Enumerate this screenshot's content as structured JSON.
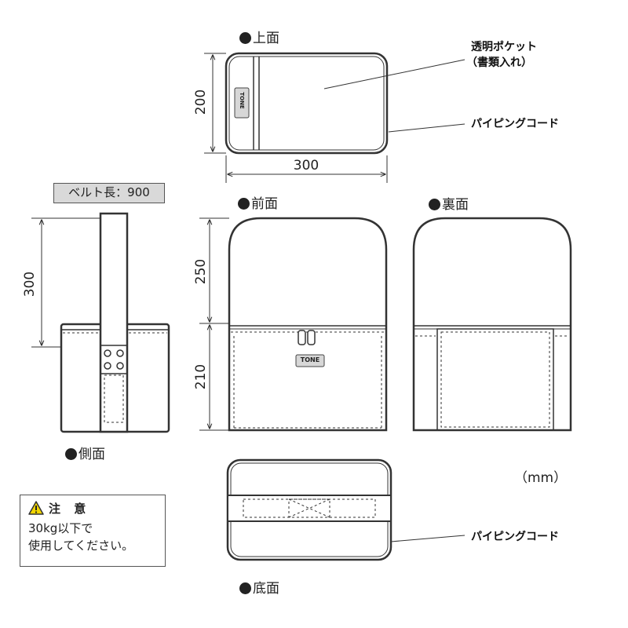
{
  "views": {
    "top": "上面",
    "front": "前面",
    "back": "裏面",
    "side": "側面",
    "bottom": "底面"
  },
  "callouts": {
    "pocket_line1": "透明ポケット",
    "pocket_line2": "（書類入れ）",
    "piping_top": "パイピングコード",
    "piping_bottom": "パイピングコード"
  },
  "dimensions": {
    "top_depth": "200",
    "top_width": "300",
    "side_height": "300",
    "front_upper": "250",
    "front_lower": "210"
  },
  "belt_label": "ベルト長：900",
  "logo": "TONE",
  "unit": "（mm）",
  "caution": {
    "title": "注 意",
    "line1": "30kg以下で",
    "line2": "使用してください。"
  },
  "icons": {
    "warning": "warning-triangle-icon",
    "bullet": "filled-circle-icon"
  },
  "colors": {
    "line": "#333333",
    "belt_fill": "#d9d9d9",
    "warning_fill": "#f2d600"
  }
}
